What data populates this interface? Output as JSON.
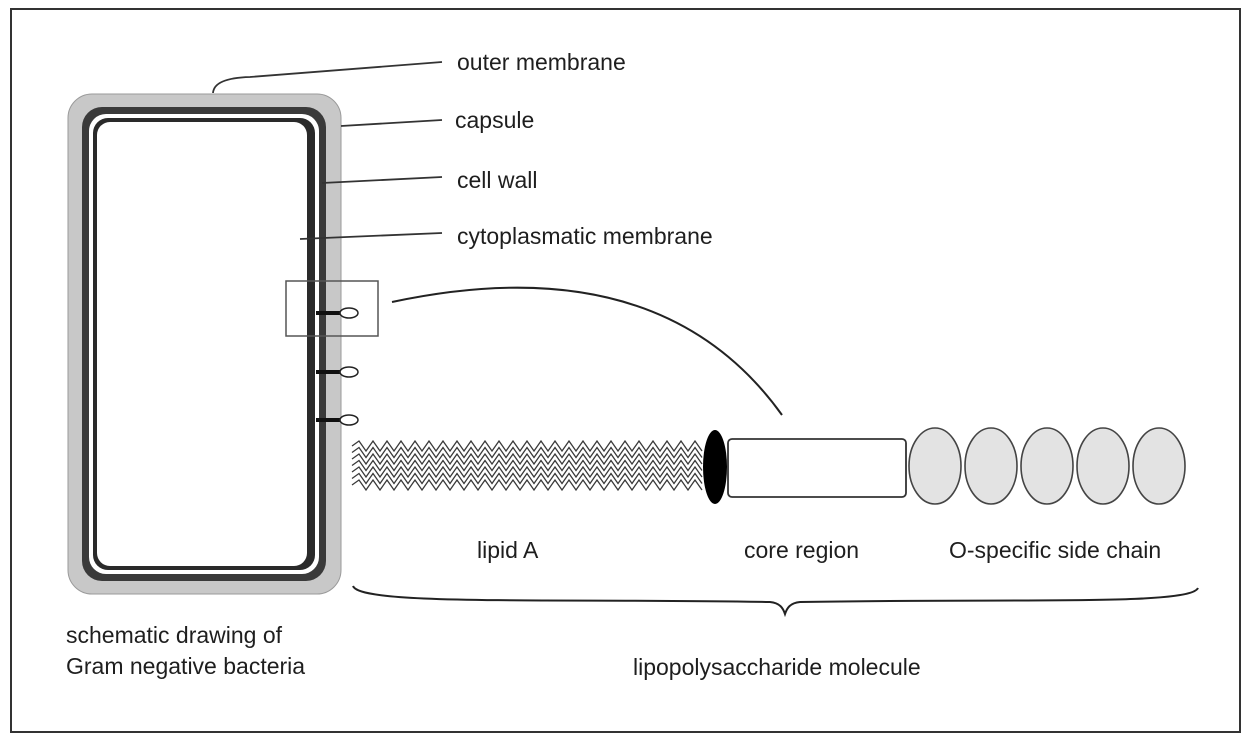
{
  "cell": {
    "labels": {
      "outer_membrane": "outer membrane",
      "capsule": "capsule",
      "cell_wall": "cell wall",
      "cytoplasmatic_membrane": "cytoplasmatic membrane"
    },
    "caption": {
      "line1": "schematic drawing of",
      "line2": "Gram negative bacteria"
    }
  },
  "lps": {
    "parts": {
      "lipid_a": "lipid A",
      "core_region": "core region",
      "o_side_chain": "O-specific side chain"
    },
    "title": "lipopolysaccharide molecule",
    "zigzag_chain_count": 7,
    "sugar_unit_count": 5
  },
  "colors": {
    "line": "#2a2a2a",
    "capsule_fill": "#c8c8c8",
    "wall_fill": "#3a3a3a",
    "sugar_fill": "#e3e3e3",
    "anchor_fill": "#000000"
  }
}
